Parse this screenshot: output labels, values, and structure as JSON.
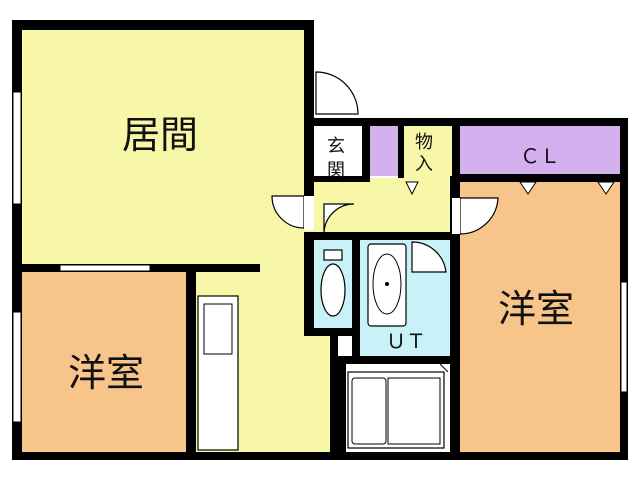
{
  "floorplan": {
    "rooms": {
      "living": "居間",
      "western_left": "洋室",
      "western_right": "洋室",
      "genkan_1": "玄",
      "genkan_2": "関",
      "storage_1": "物",
      "storage_2": "入",
      "closet": "ＣＬ",
      "utility": "ＵＴ"
    },
    "colors": {
      "living": "#f8f7a8",
      "corridor": "#f8f7a8",
      "western": "#f7c48a",
      "storage": "#d5b0ef",
      "wet_area": "#c8f2f8",
      "wall": "#000000",
      "fixture": "#ffffff"
    }
  }
}
